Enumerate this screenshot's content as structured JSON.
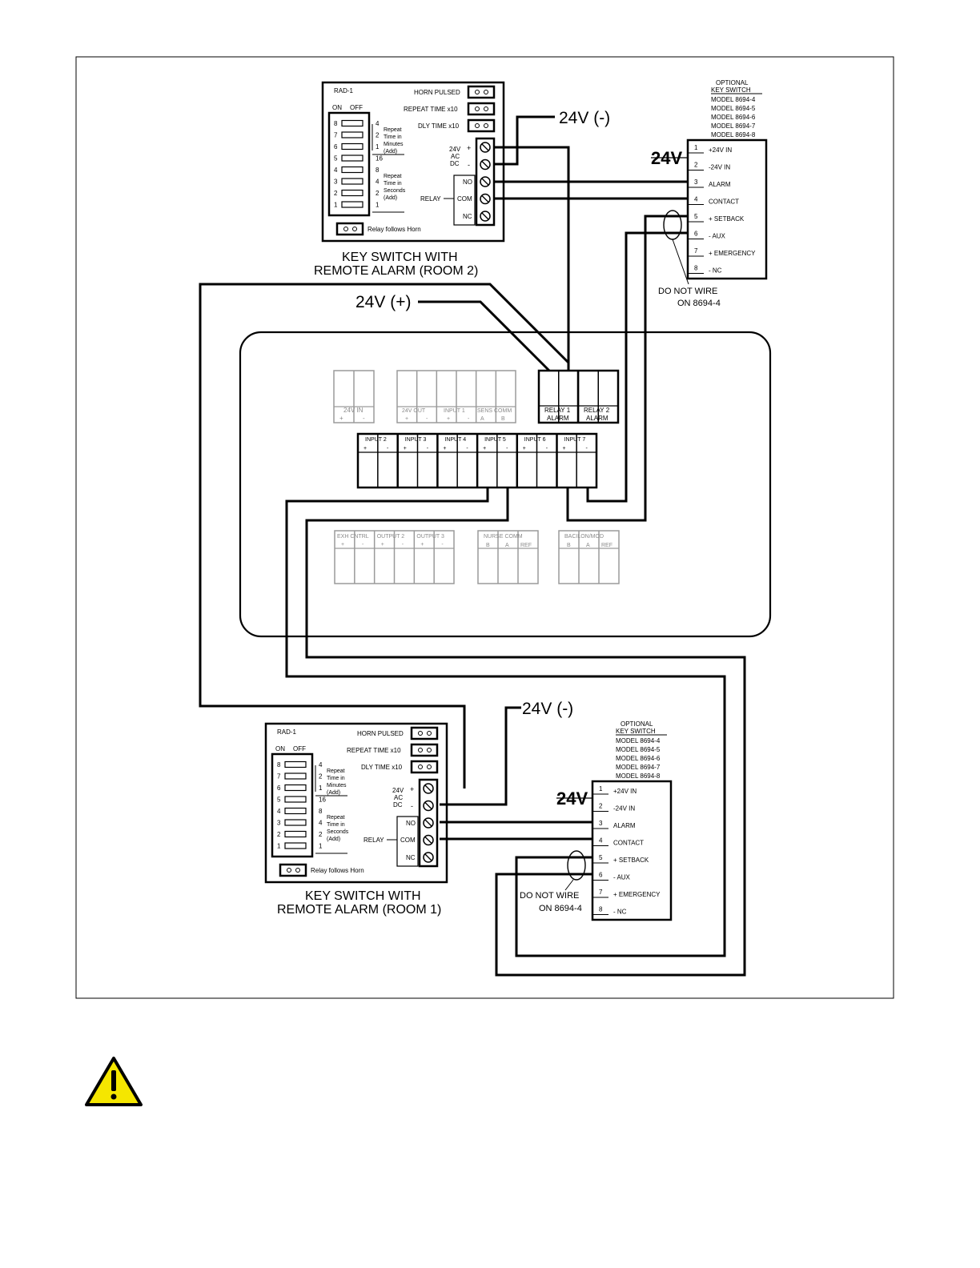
{
  "labels": {
    "rad_title": "RAD-1",
    "horn_pulsed": "HORN PULSED",
    "repeat_time": "REPEAT TIME x10",
    "dly_time": "DLY TIME x10",
    "on": "ON",
    "off": "OFF",
    "repeat_min_1": "Repeat",
    "repeat_min_2": "Time in",
    "repeat_min_3": "Minutes",
    "repeat_min_4": "(Add)",
    "repeat_sec_1": "Repeat",
    "repeat_sec_2": "Time in",
    "repeat_sec_3": "Seconds",
    "repeat_sec_4": "(Add)",
    "relay_follows": "Relay follows Horn",
    "supply_24v": "24V",
    "supply_ac": "AC",
    "supply_dc": "DC",
    "plus": "+",
    "minus": "-",
    "relay": "RELAY",
    "no": "NO",
    "com": "COM",
    "nc": "NC",
    "dip_numbers": [
      "8",
      "7",
      "6",
      "5",
      "4",
      "3",
      "2",
      "1"
    ],
    "dip_values": [
      "4",
      "2",
      "1",
      "16",
      "8",
      "4",
      "2",
      "1"
    ],
    "ks_optional": "OPTIONAL",
    "ks_key_switch": "KEY SWITCH",
    "ks_models": [
      "MODEL 8694-4",
      "MODEL 8694-5",
      "MODEL 8694-6",
      "MODEL 8694-7",
      "MODEL 8694-8"
    ],
    "ks_terms": [
      {
        "n": "1",
        "t": "+24V IN"
      },
      {
        "n": "2",
        "t": "-24V IN"
      },
      {
        "n": "3",
        "t": "ALARM"
      },
      {
        "n": "4",
        "t": "CONTACT"
      },
      {
        "n": "5",
        "t": "+ SETBACK"
      },
      {
        "n": "6",
        "t": "- AUX"
      },
      {
        "n": "7",
        "t": "+ EMERGENCY"
      },
      {
        "n": "8",
        "t": "- NC"
      }
    ],
    "ks_24v": "24V",
    "do_not_wire_1": "DO NOT WIRE",
    "do_not_wire_2": "ON 8694-4",
    "v_neg": "24V (-)",
    "v_pos": "24V (+)",
    "caption_room2_1": "KEY SWITCH WITH",
    "caption_room2_2": "REMOTE ALARM (ROOM 2)",
    "caption_room1_1": "KEY SWITCH WITH",
    "caption_room1_2": "REMOTE ALARM (ROOM 1)"
  },
  "controller": {
    "top_groups": [
      {
        "label": "24V IN",
        "sub": [
          "+",
          "-"
        ]
      },
      {
        "label": "24V OUT",
        "sub": [
          "+",
          "-"
        ]
      },
      {
        "label": "INPUT 1",
        "sub": [
          "+",
          "-"
        ]
      },
      {
        "label": "SENS COMM",
        "sub": [
          "A",
          "B"
        ]
      }
    ],
    "relays": [
      {
        "l1": "RELAY 1",
        "l2": "ALARM"
      },
      {
        "l1": "RELAY 2",
        "l2": "ALARM"
      }
    ],
    "inputs": [
      "INPUT 2",
      "INPUT 3",
      "INPUT 4",
      "INPUT 5",
      "INPUT 6",
      "INPUT 7"
    ],
    "input_sub": [
      "+",
      "-"
    ],
    "bottom_groups": [
      {
        "label": "EXH CNTRL",
        "sub": [
          "+",
          "-"
        ]
      },
      {
        "label": "OUTPUT 2",
        "sub": [
          "+",
          "-"
        ]
      },
      {
        "label": "OUTPUT 3",
        "sub": [
          "+",
          "-"
        ]
      },
      {
        "label": "NURSE COMM",
        "sub": [
          "B",
          "A",
          "REF"
        ]
      },
      {
        "label": "BACILON/MOD",
        "sub": [
          "B",
          "A",
          "REF"
        ]
      }
    ]
  },
  "warning_icon": "warning-triangle-icon",
  "colors": {
    "warning_fill": "#f5e600",
    "line": "#000000",
    "faded": "#9a9a9a"
  }
}
